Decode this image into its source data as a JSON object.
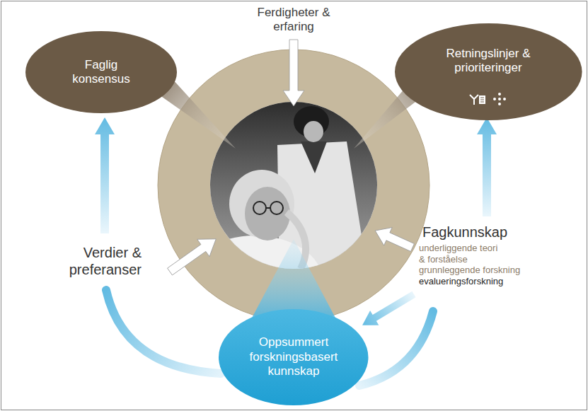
{
  "diagram": {
    "nodes": [
      {
        "text": [
          "Faglig konsensus"
        ]
      },
      {
        "text": [
          "Retningslinjer & prioriteringer"
        ]
      },
      {
        "text": [
          "Oppsummert forskningsbasert kunnskap"
        ]
      }
    ],
    "labels": [
      "Ferdigheter & erfaring",
      "Verdier & preferanser",
      "Fagkunnskap",
      "underliggende teori & forståelse",
      "grunnleggende forskning",
      "evalueringsforskning"
    ]
  }
}
